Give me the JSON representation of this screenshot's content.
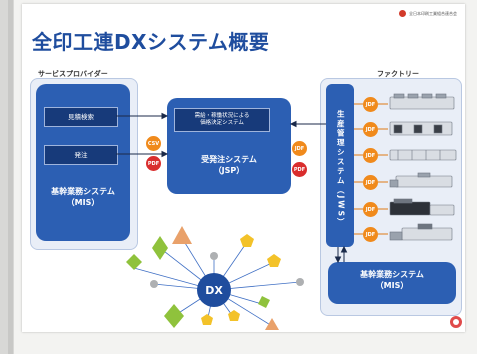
{
  "slide": {
    "title": "全印工連DXシステム概要",
    "logo_text": "全日本印刷工業組合連合会"
  },
  "service_provider": {
    "label": "サービスプロバイダー",
    "estimate_search": "見積検索",
    "order": "発注",
    "mis_title": "基幹業務システム\n（MIS）"
  },
  "jsp": {
    "decision_box": "需給・稼働状況による\n価格決定システム",
    "title": "受発注システム\n（JSP）"
  },
  "factory": {
    "label": "ファクトリー",
    "production_mgmt": "生産管理システム（JWS）",
    "mis_title": "基幹業務システム\n（MIS）",
    "machine_count": 6
  },
  "badges": {
    "csv": "CSV",
    "pdf": "PDF",
    "jdf": "JDF"
  },
  "dx": {
    "hub": "DX"
  },
  "colors": {
    "title_blue": "#1f4d9e",
    "box_blue": "#2c5fb3",
    "dark_blue": "#173a7a",
    "orange": "#f08a1c",
    "red": "#d92d2d",
    "shape_green": "#8fc23c",
    "shape_yellow": "#f3c229",
    "shape_tan": "#e9a16a",
    "shape_gray": "#aeb0b2"
  }
}
